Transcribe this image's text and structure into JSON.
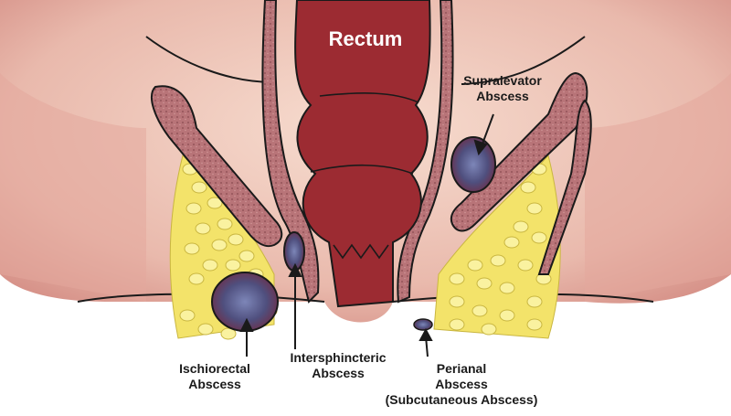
{
  "title": "Rectum",
  "labels": {
    "supralevator": [
      "Supralevator",
      "Abscess"
    ],
    "ischiorectal": [
      "Ischiorectal",
      "Abscess"
    ],
    "intersphincteric": [
      "Intersphincteric",
      "Abscess"
    ],
    "perianal": [
      "Perianal",
      "Abscess",
      "(Subcutaneous Abscess)"
    ]
  },
  "colors": {
    "skin": "#f0cfc0",
    "skin_shade": "#d99a92",
    "rectum": "#9c2b32",
    "muscle": "#b77275",
    "fat": "#f3e36a",
    "abscess": "#5a5a8a",
    "outline": "#1a1a1a"
  }
}
